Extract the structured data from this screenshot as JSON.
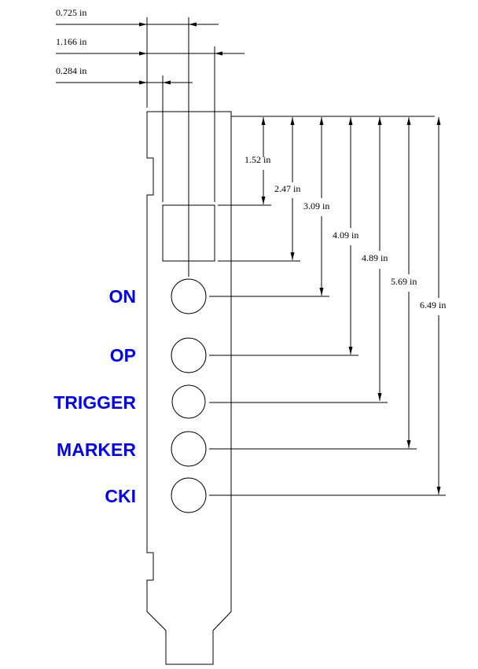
{
  "diagram": {
    "type": "bracket-dimension-drawing",
    "label_color": "#0000ee",
    "line_color": "#000000",
    "horizontal_dimensions": [
      {
        "id": "width-0725",
        "label": "0.725 in"
      },
      {
        "id": "width-1166",
        "label": "1.166 in"
      },
      {
        "id": "width-0284",
        "label": "0.284 in"
      }
    ],
    "vertical_dimensions": [
      {
        "id": "depth-152",
        "label": "1.52 in"
      },
      {
        "id": "depth-247",
        "label": "2.47 in"
      },
      {
        "id": "depth-309",
        "label": "3.09 in"
      },
      {
        "id": "depth-409",
        "label": "4.09 in"
      },
      {
        "id": "depth-489",
        "label": "4.89 in"
      },
      {
        "id": "depth-569",
        "label": "5.69 in"
      },
      {
        "id": "depth-649",
        "label": "6.49 in"
      }
    ],
    "connectors": [
      {
        "id": "on",
        "label": "ON",
        "dimension": "3.09 in"
      },
      {
        "id": "op",
        "label": "OP",
        "dimension": "4.09 in"
      },
      {
        "id": "trigger",
        "label": "TRIGGER",
        "dimension": "4.89 in"
      },
      {
        "id": "marker",
        "label": "MARKER",
        "dimension": "5.69 in"
      },
      {
        "id": "cki",
        "label": "CKI",
        "dimension": "6.49 in"
      }
    ]
  }
}
